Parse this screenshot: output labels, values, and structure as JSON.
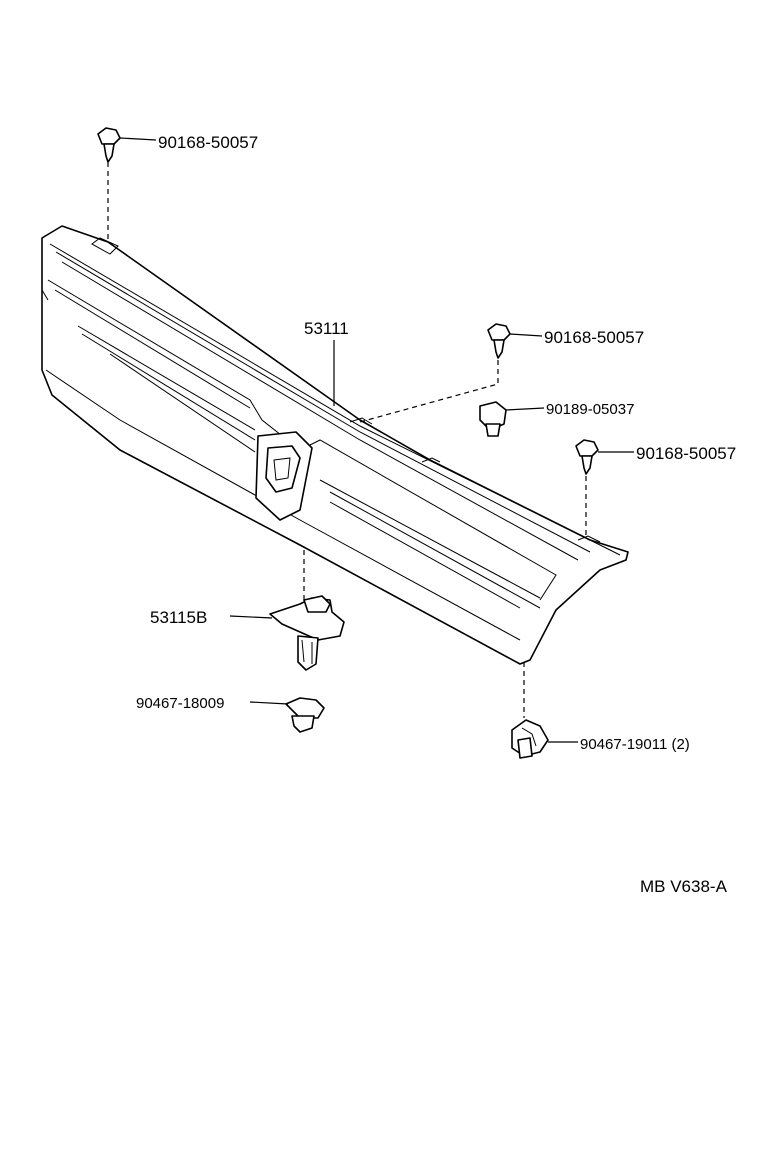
{
  "diagram": {
    "labels": {
      "screw_top_left": "90168-50057",
      "screw_mid": "90168-50057",
      "nut_clip": "90189-05037",
      "screw_right": "90168-50057",
      "grille": "53111",
      "bracket": "53115B",
      "clip_left": "90467-18009",
      "clip_right": "90467-19011 (2)",
      "drawing_code": "MB V638-A"
    }
  }
}
